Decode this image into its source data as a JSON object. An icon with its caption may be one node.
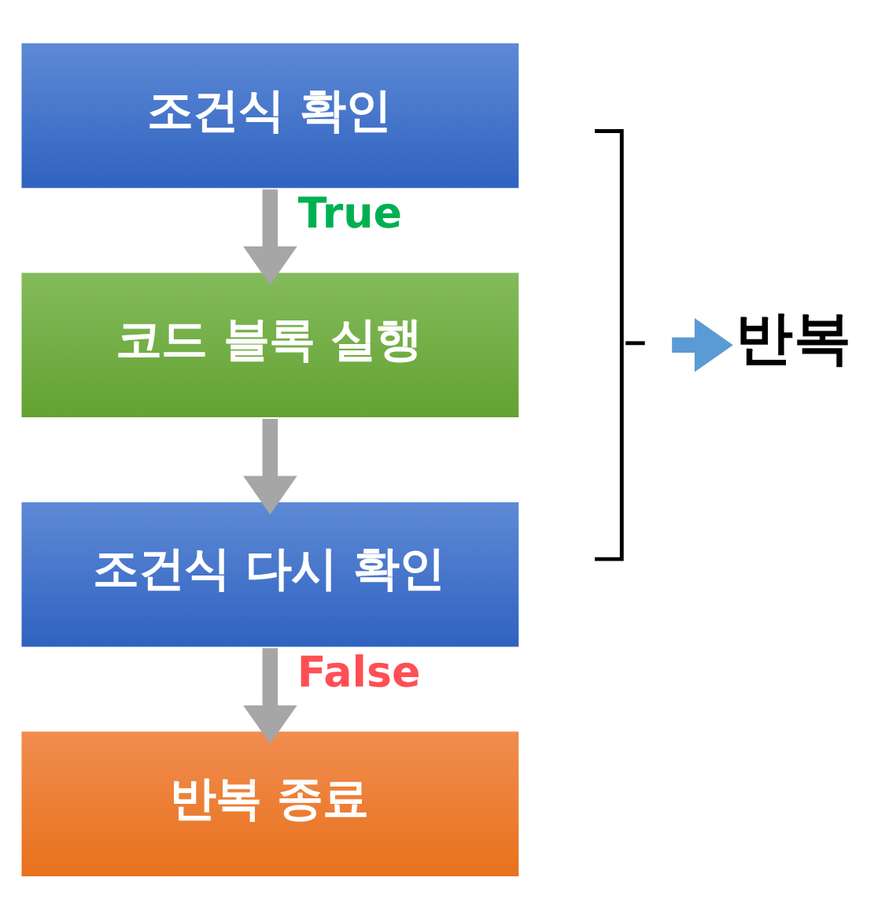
{
  "diagram": {
    "nodes": [
      {
        "text": [
          "조건식 확인"
        ]
      },
      {
        "text": [
          "코드 블록 실행"
        ]
      },
      {
        "text": [
          "조건식 다시 확인"
        ]
      },
      {
        "text": [
          "반복 종료"
        ]
      },
      {
        "text": [],
        "shape": "bracket"
      },
      {
        "text": [
          "반복"
        ]
      }
    ],
    "edges": [
      {
        "from": 0,
        "to": 1,
        "arrow": "to",
        "label": "True"
      },
      {
        "from": 1,
        "to": 2,
        "arrow": "to"
      },
      {
        "from": 2,
        "to": 3,
        "arrow": "to",
        "label": "False"
      },
      {
        "from": 4,
        "to": 5,
        "arrow": "to",
        "color": "#5b9bd5"
      }
    ]
  }
}
